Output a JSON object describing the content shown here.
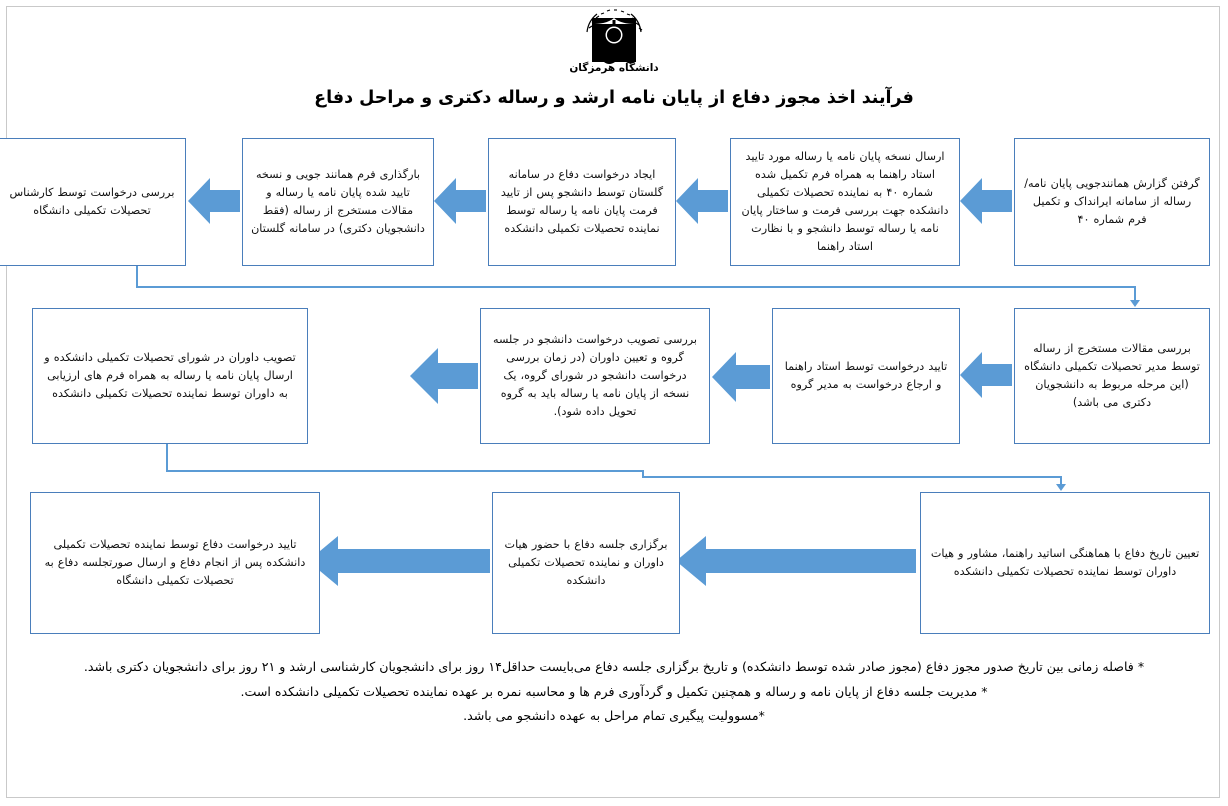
{
  "page": {
    "language": "fa",
    "direction": "rtl",
    "background_color": "#ffffff",
    "border_color": "#c9c9c9"
  },
  "header": {
    "logo_name": "university-of-hormozgan-logo",
    "logo_caption": "دانشگاه هرمزگان",
    "logo_ring_text": "دانشگاه علوم و فنون"
  },
  "title": "فرآیند اخذ مجوز دفاع از پایان نامه ارشد و رساله دکتری و مراحل دفاع",
  "colors": {
    "box_border": "#4a7ebb",
    "arrow_fill": "#5b9bd5",
    "connector": "#5b9bd5",
    "text": "#111111"
  },
  "flow": {
    "rows": [
      {
        "row_id": "row-1",
        "boxes": [
          {
            "id": "step-1",
            "name": "box-hamanandjooi-report",
            "text": "گرفتن گزارش همانندجویی  پایان نامه/ رساله از سامانه ایرانداک و تکمیل فرم شماره ۴۰"
          },
          {
            "id": "step-2",
            "name": "box-send-thesis-copy",
            "text": "ارسال نسخه پایان نامه یا رساله مورد تایید استاد راهنما به همراه فرم تکمیل شده شماره ۴۰ به نماینده تحصیلات تکمیلی دانشکده جهت بررسی فرمت و ساختار پایان نامه یا رساله توسط دانشجو و با نظارت استاد راهنما"
          },
          {
            "id": "step-3",
            "name": "box-create-defense-request",
            "text": "ایجاد درخواست دفاع در سامانه گلستان توسط دانشجو پس از تایید فرمت پایان نامه یا رساله توسط نماینده تحصیلات تکمیلی دانشکده"
          },
          {
            "id": "step-4",
            "name": "box-upload-forms-golestan",
            "text": "بارگذاری فرم همانند جویی و نسخه تایید شده پایان نامه یا رساله و مقالات مستخرج از رساله (فقط دانشجویان دکتری) در سامانه گلستان"
          },
          {
            "id": "step-5",
            "name": "box-review-by-expert",
            "text": "بررسی درخواست توسط کارشناس تحصیلات تکمیلی دانشگاه"
          }
        ]
      },
      {
        "row_id": "row-2",
        "boxes": [
          {
            "id": "step-6",
            "name": "box-review-extracted-articles",
            "text": "بررسی مقالات مستخرج از رساله توسط مدیر تحصیلات تکمیلی دانشگاه (این مرحله مربوط به دانشجویان دکتری می باشد)"
          },
          {
            "id": "step-7",
            "name": "box-supervisor-approval",
            "text": "تایید درخواست توسط استاد راهنما و ارجاع درخواست به مدیر گروه"
          },
          {
            "id": "step-8",
            "name": "box-group-session-approval",
            "text": "بررسی تصویب درخواست دانشجو در جلسه گروه و تعیین داوران (در زمان بررسی درخواست دانشجو در شورای گروه، یک نسخه از پایان نامه یا رساله باید به گروه تحویل داده شود)."
          },
          {
            "id": "step-9",
            "name": "box-referees-approval-faculty",
            "text": "تصویب داوران در شورای تحصیلات تکمیلی دانشکده و ارسال پایان نامه یا رساله به همراه فرم های ارزیابی به داوران توسط نماینده تحصیلات تکمیلی دانشکده"
          }
        ]
      },
      {
        "row_id": "row-3",
        "boxes": [
          {
            "id": "step-10",
            "name": "box-set-defense-date",
            "text": "تعیین تاریخ دفاع با هماهنگی اساتید راهنما، مشاور و هیات داوران توسط نماینده تحصیلات تکمیلی دانشکده"
          },
          {
            "id": "step-11",
            "name": "box-hold-defense-session",
            "text": "برگزاری جلسه دفاع با حضور هیات داوران و نماینده تحصیلات تکمیلی دانشکده"
          },
          {
            "id": "step-12",
            "name": "box-final-confirmation",
            "text": "تایید درخواست دفاع توسط نماینده تحصیلات تکمیلی دانشکده پس از انجام دفاع و ارسال صورتجلسه دفاع به تحصیلات تکمیلی دانشگاه"
          }
        ]
      }
    ],
    "arrow_direction": "left",
    "arrow_count": 9
  },
  "footnotes": [
    "* فاصله زمانی بین تاریخ صدور مجوز دفاع (مجوز صادر شده توسط دانشکده) و تاریخ برگزاری جلسه دفاع می‌بایست حداقل۱۴ روز برای دانشجویان کارشناسی ارشد و ۲۱ روز برای دانشجویان دکتری باشد.",
    "* مدیریت جلسه دفاع از پایان نامه و رساله و همچنین تکمیل و گردآوری فرم ها و محاسبه نمره بر عهده نماینده تحصیلات تکمیلی دانشکده است.",
    "*مسوولیت پیگیری تمام مراحل به عهده دانشجو می باشد."
  ]
}
